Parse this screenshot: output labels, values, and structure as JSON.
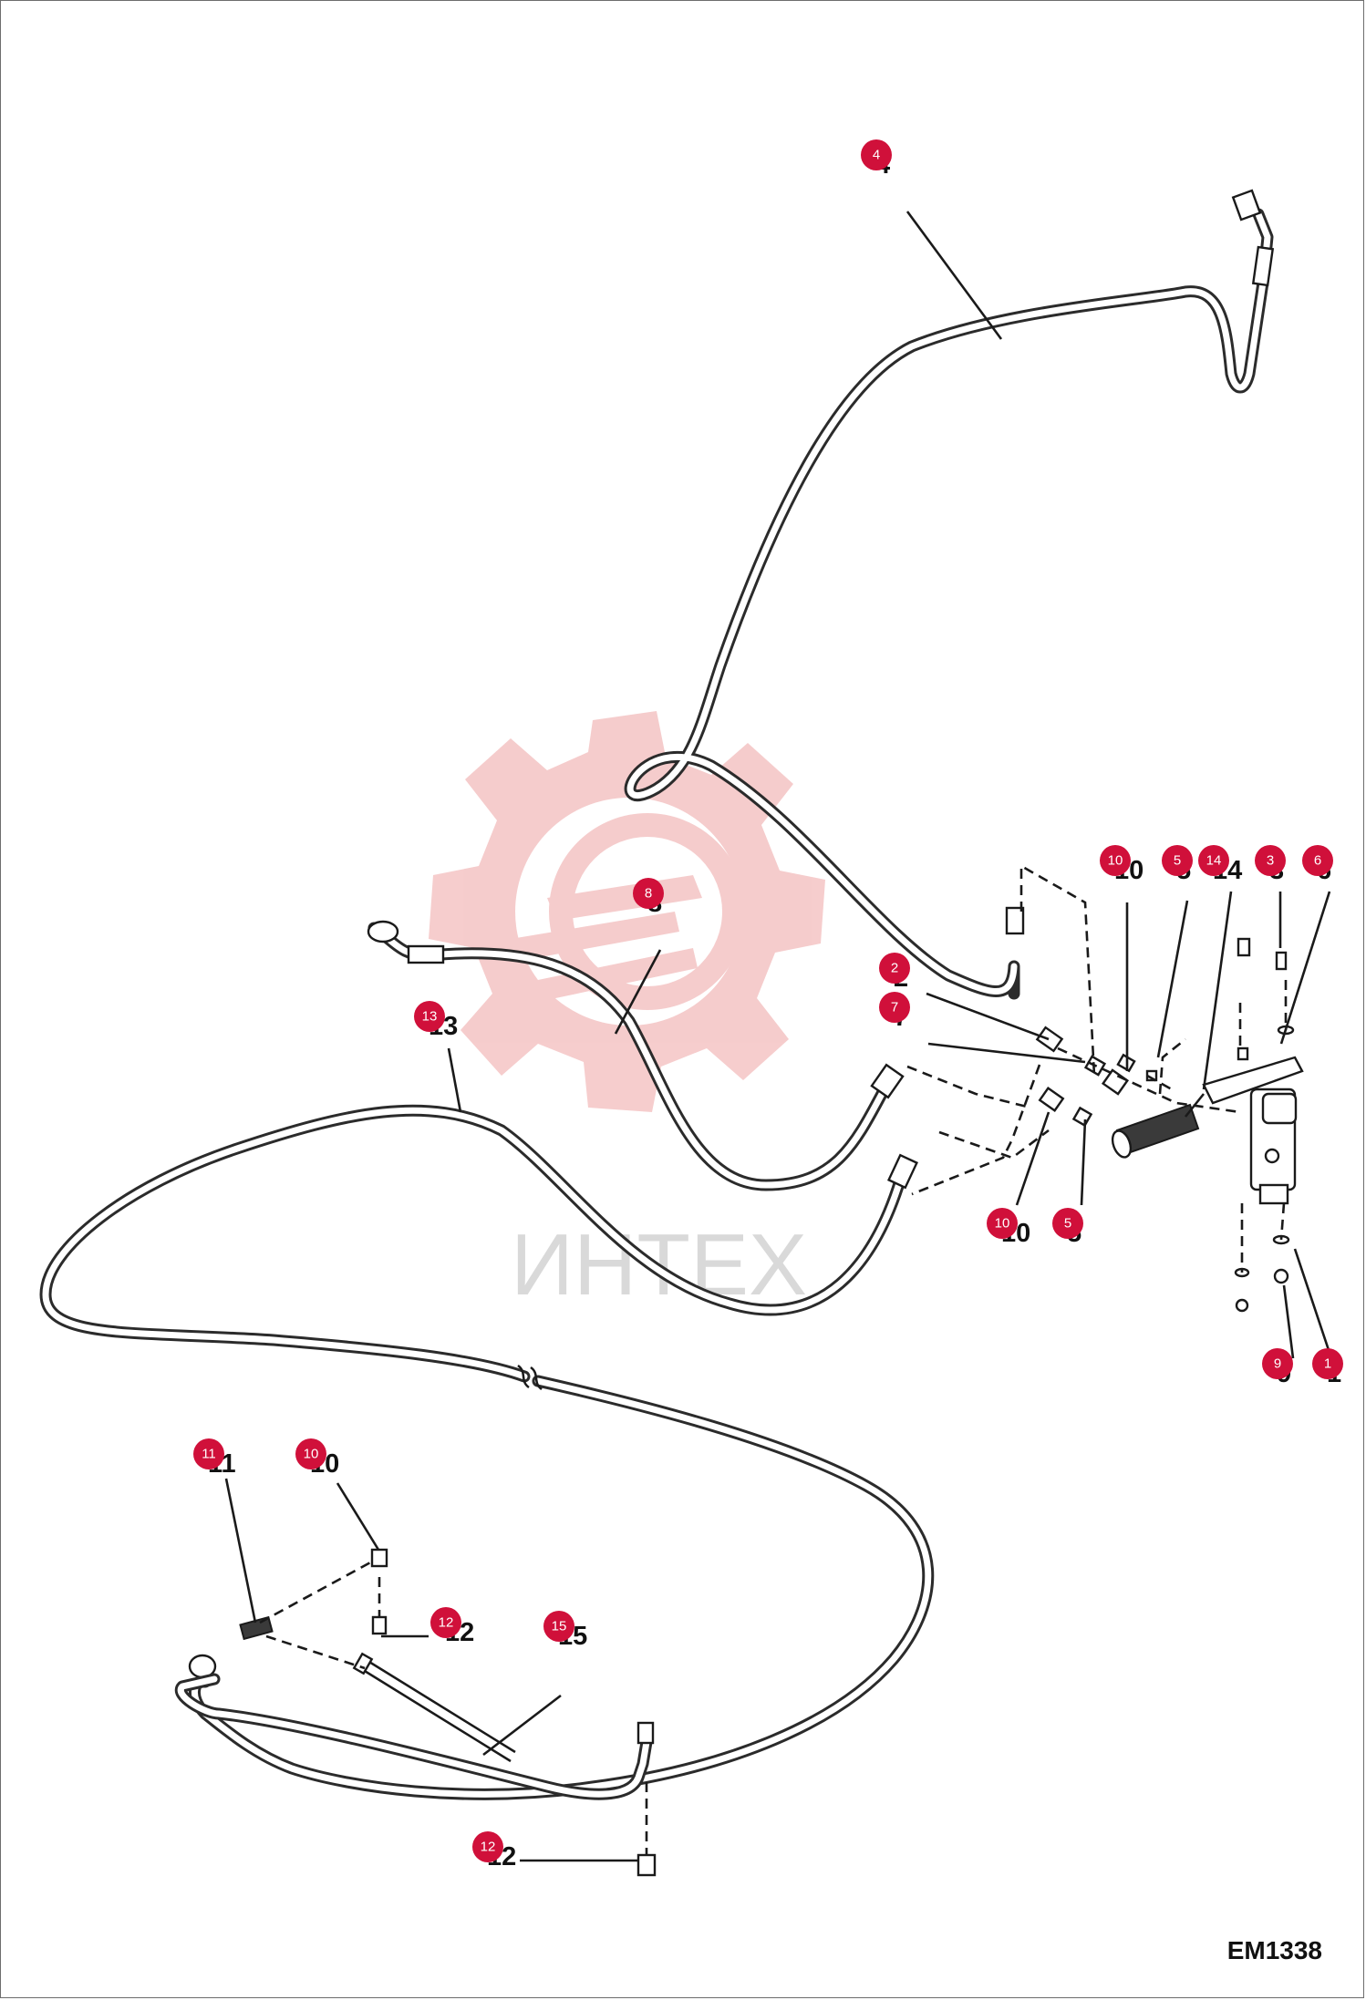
{
  "watermark": {
    "text": "ИНТЕХ"
  },
  "drawing_code": "EM1338",
  "callouts": [
    {
      "id": "c4a",
      "label": "4",
      "badge": "4"
    },
    {
      "id": "c10a",
      "label": "10",
      "badge": "10"
    },
    {
      "id": "c5a",
      "label": "5",
      "badge": "5"
    },
    {
      "id": "c14",
      "label": "14",
      "badge": "14"
    },
    {
      "id": "c3",
      "label": "3",
      "badge": "3"
    },
    {
      "id": "c6",
      "label": "6",
      "badge": "6"
    },
    {
      "id": "c8",
      "label": "8",
      "badge": "8"
    },
    {
      "id": "c2",
      "label": "2",
      "badge": "2"
    },
    {
      "id": "c7",
      "label": "7",
      "badge": "7"
    },
    {
      "id": "c13",
      "label": "13",
      "badge": "13"
    },
    {
      "id": "c10b",
      "label": "10",
      "badge": "10"
    },
    {
      "id": "c5b",
      "label": "5",
      "badge": "5"
    },
    {
      "id": "c9",
      "label": "9",
      "badge": "9"
    },
    {
      "id": "c1",
      "label": "1",
      "badge": "1"
    },
    {
      "id": "c11",
      "label": "11",
      "badge": "11"
    },
    {
      "id": "c10c",
      "label": "10",
      "badge": "10"
    },
    {
      "id": "c12a",
      "label": "12",
      "badge": "12"
    },
    {
      "id": "c15",
      "label": "15",
      "badge": "15"
    },
    {
      "id": "c12b",
      "label": "12",
      "badge": "12"
    }
  ]
}
